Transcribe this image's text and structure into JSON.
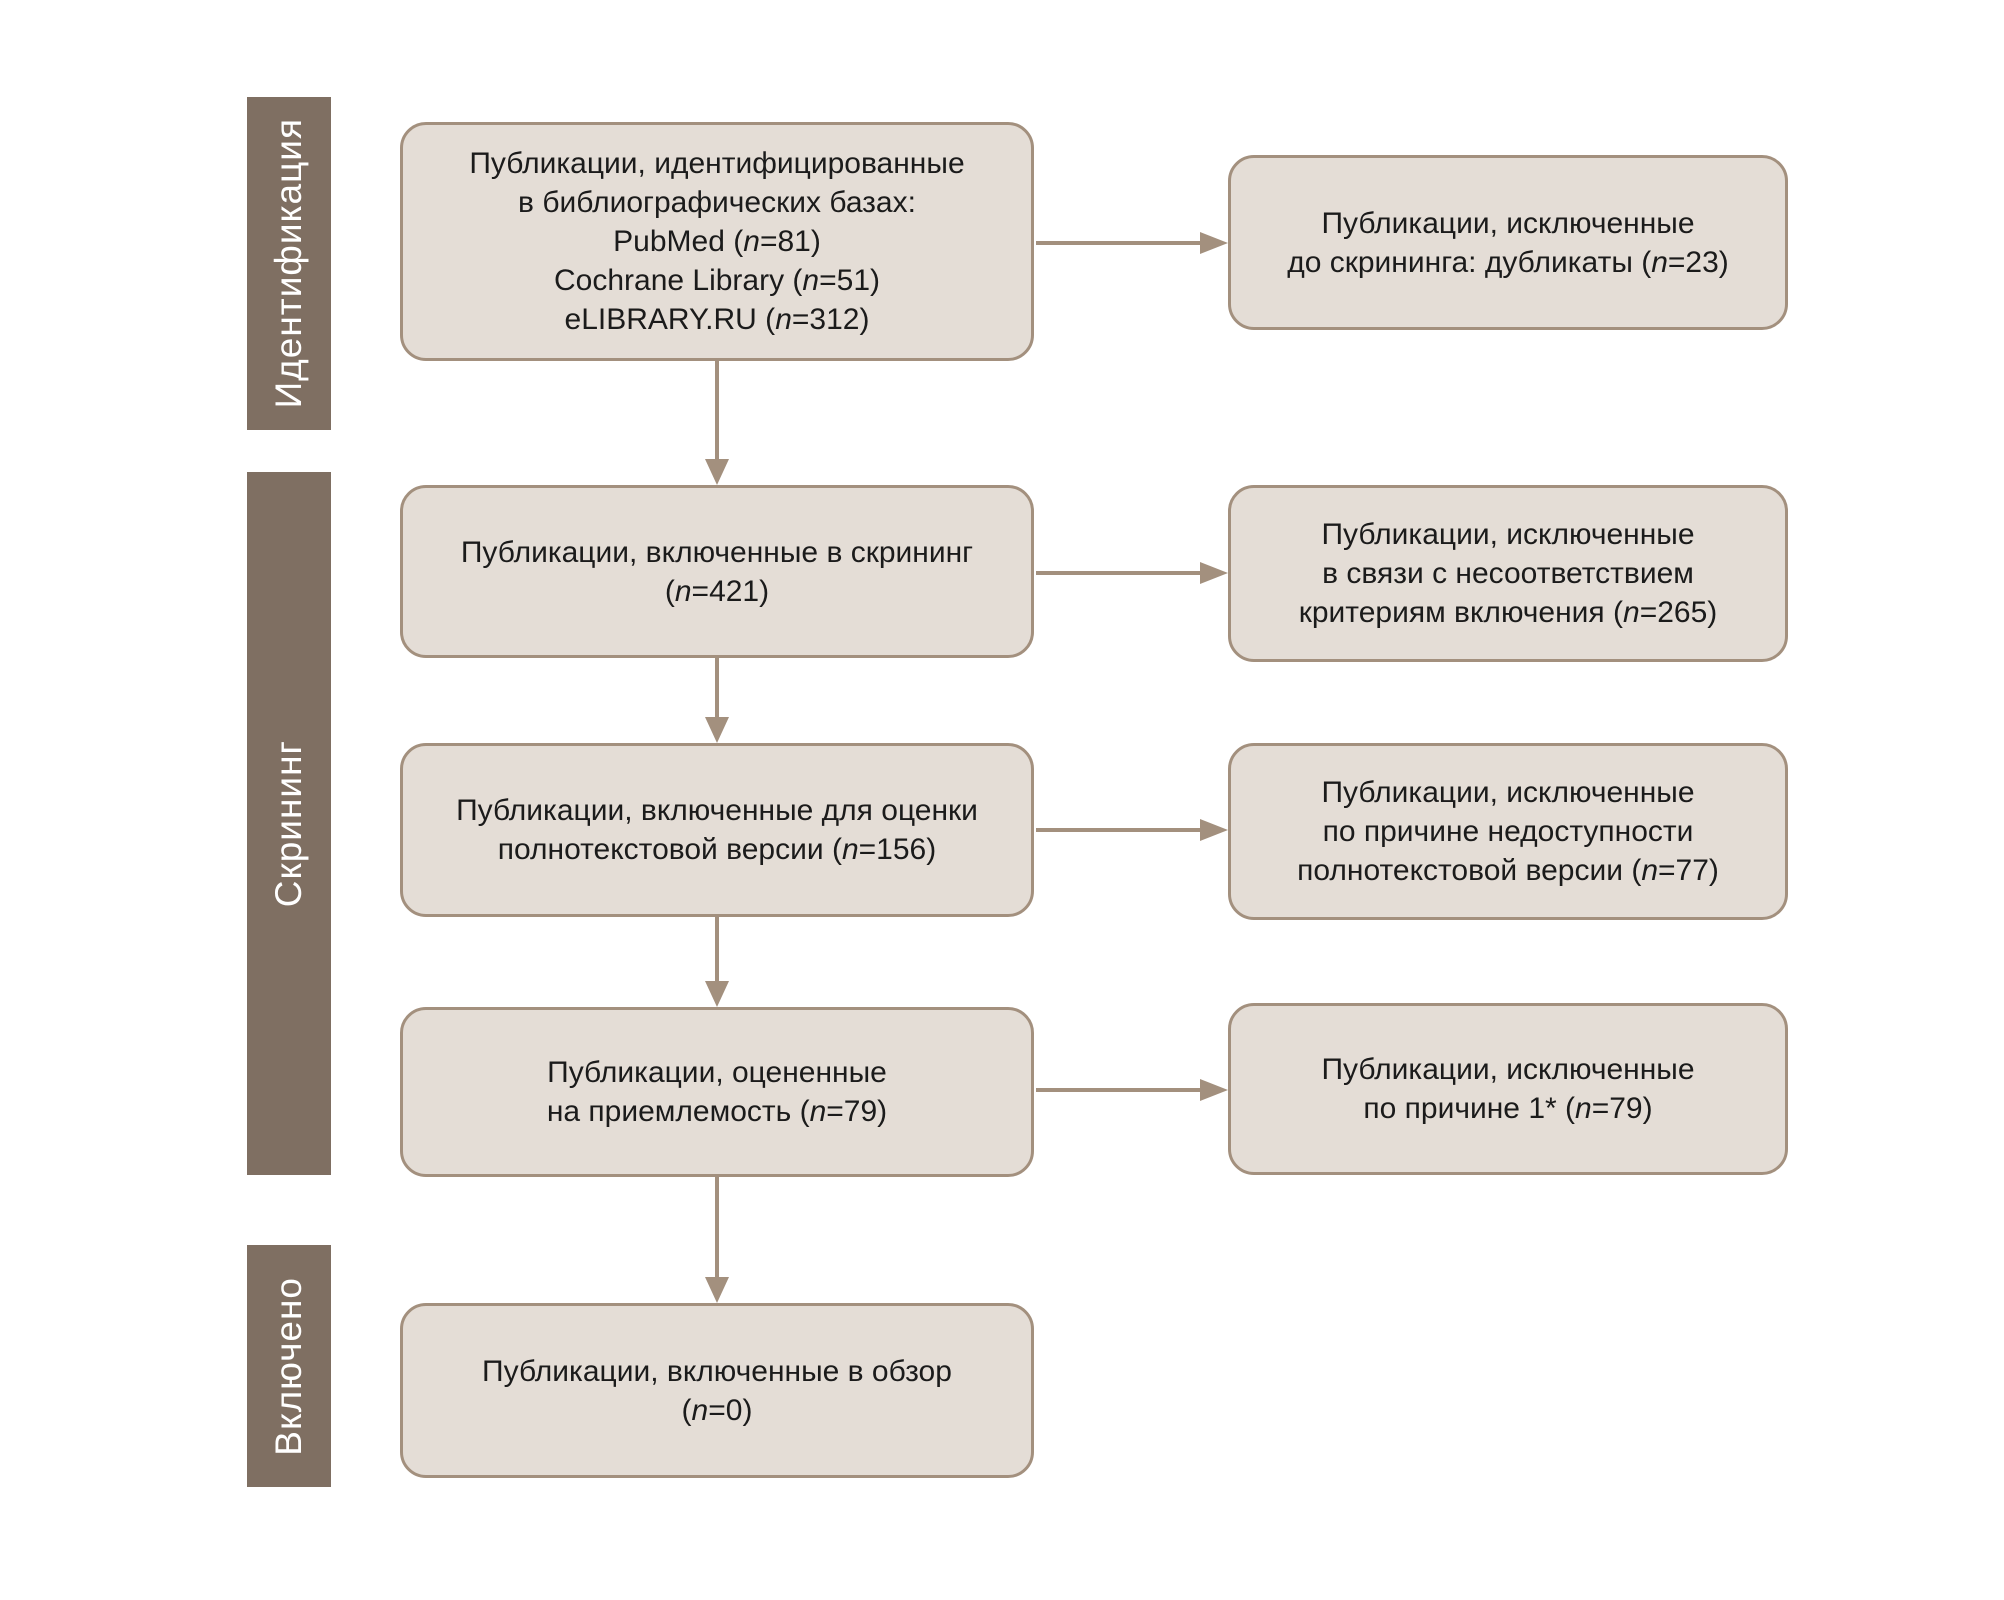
{
  "diagram": {
    "type": "prisma-flowchart",
    "stage_labels": [
      {
        "id": "identification",
        "label": "Идентификация"
      },
      {
        "id": "screening",
        "label": "Скрининг"
      },
      {
        "id": "included",
        "label": "Включено"
      }
    ],
    "main_boxes": [
      {
        "lines": [
          "Публикации, идентифицированные",
          "в библиографических базах:",
          "PubMed (n=81)",
          "Cochrane Library (n=51)",
          "eLIBRARY.RU (n=312)"
        ]
      },
      {
        "lines": [
          "Публикации, включенные в скрининг",
          "(n=421)"
        ]
      },
      {
        "lines": [
          "Публикации, включенные для оценки",
          "полнотекстовой версии (n=156)"
        ]
      },
      {
        "lines": [
          "Публикации, оцененные",
          "на приемлемость (n=79)"
        ]
      },
      {
        "lines": [
          "Публикации, включенные в обзор",
          "(n=0)"
        ]
      }
    ],
    "excluded_boxes": [
      {
        "lines": [
          "Публикации, исключенные",
          "до скрининга: дубликаты (n=23)"
        ]
      },
      {
        "lines": [
          "Публикации, исключенные",
          "в связи с несоответствием",
          "критериям включения (n=265)"
        ]
      },
      {
        "lines": [
          "Публикации, исключенные",
          "по причине недоступности",
          "полнотекстовой версии (n=77)"
        ]
      },
      {
        "lines": [
          "Публикации, исключенные",
          "по причине 1* (n=79)"
        ]
      }
    ],
    "counts": {
      "pubmed": 81,
      "cochrane": 51,
      "elibrary": 312,
      "duplicates_excluded": 23,
      "screened": 421,
      "criteria_excluded": 265,
      "fulltext_assessed": 156,
      "fulltext_unavailable": 77,
      "eligibility_assessed": 79,
      "reason1_excluded": 79,
      "included_in_review": 0
    },
    "colors": {
      "stage_bar": "#7f6f62",
      "stage_text": "#ffffff",
      "box_fill": "#e4ddd6",
      "box_border": "#a3907e",
      "arrow": "#a3907e",
      "text": "#1b1b1b"
    }
  }
}
